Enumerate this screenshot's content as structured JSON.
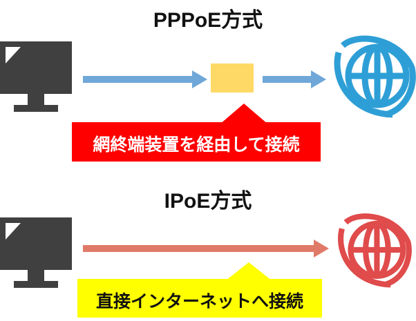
{
  "pppoe": {
    "title": "PPPoE方式",
    "callout": "網終端装置を経由して接続",
    "arrow_color": "#6fa7d8",
    "device_color": "#ffd966",
    "callout_color": "#ff0000",
    "globe_color": "#2e9fd6",
    "icons": [
      "computer-monitor-icon",
      "globe-icon"
    ]
  },
  "ipoe": {
    "title": "IPoE方式",
    "callout": "直接インターネットへ接続",
    "arrow_color": "#e07a68",
    "callout_color": "#ffff00",
    "globe_color": "#e04b4b",
    "icons": [
      "computer-monitor-icon",
      "globe-icon"
    ]
  },
  "monitor_color": "#404040"
}
